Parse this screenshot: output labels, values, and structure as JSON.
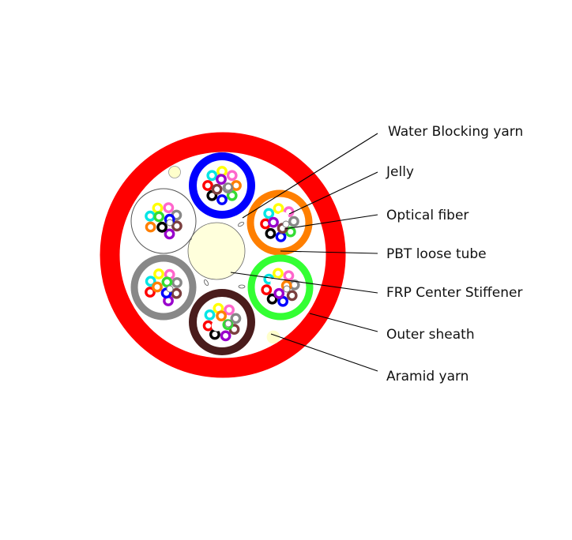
{
  "labels": {
    "water_blocking_yarn": "Water Blocking yarn",
    "jelly": "Jelly",
    "optical_fiber": "Optical fiber",
    "pbt_loose_tube": "PBT loose tube",
    "frp_center_stiffener": "FRP Center Stiffener",
    "outer_sheath": "Outer sheath",
    "aramid_yarn": "Aramid yarn"
  },
  "colors": {
    "outer_sheath": "#ff0000",
    "frp_center": "#ffffdc",
    "aramid_yarn": "#ffffcc",
    "tube_blue": "#0000ff",
    "tube_orange": "#ff7f00",
    "tube_green": "#33ff33",
    "tube_brown": "#4a1c1c",
    "tube_gray": "#888888",
    "tube_white": "#ffffff",
    "fiber_palette": [
      "#ff7f00",
      "#33dd33",
      "#0000ff",
      "#000000",
      "#ff0000",
      "#00e5e5",
      "#ffff00",
      "#ff66cc",
      "#888888",
      "#7b3f3f",
      "#9900cc",
      "#ffffff"
    ]
  },
  "tubes": [
    {
      "id": "tube-blue",
      "color_key": "tube_blue"
    },
    {
      "id": "tube-orange",
      "color_key": "tube_orange"
    },
    {
      "id": "tube-green",
      "color_key": "tube_green"
    },
    {
      "id": "tube-brown",
      "color_key": "tube_brown"
    },
    {
      "id": "tube-gray",
      "color_key": "tube_gray"
    },
    {
      "id": "tube-white",
      "color_key": "tube_white"
    }
  ]
}
